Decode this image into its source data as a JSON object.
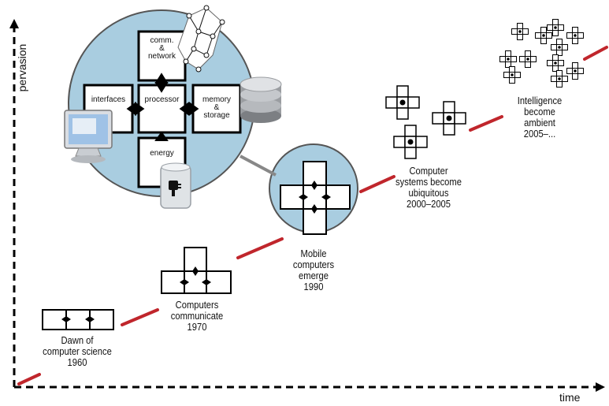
{
  "axes": {
    "x_label": "time",
    "y_label": "pervasion"
  },
  "stages": [
    {
      "title": "Dawn of\ncomputer science\n1960"
    },
    {
      "title": "Computers\ncommunicate\n1970"
    },
    {
      "title": "Mobile\ncomputers\nemerge\n1990"
    },
    {
      "title": "Computer\nsystems become\nubiquitous\n2000–2005"
    },
    {
      "title": "Intelligence\nbecome\nambient\n2005–..."
    }
  ],
  "computer_diagram": {
    "comm": "comm.\n&\nnetwork",
    "interfaces": "interfaces",
    "processor": "processor",
    "memory": "memory\n&\nstorage",
    "energy": "energy"
  },
  "colors": {
    "circle": "#a9cde0",
    "trend": "#c0262c"
  }
}
